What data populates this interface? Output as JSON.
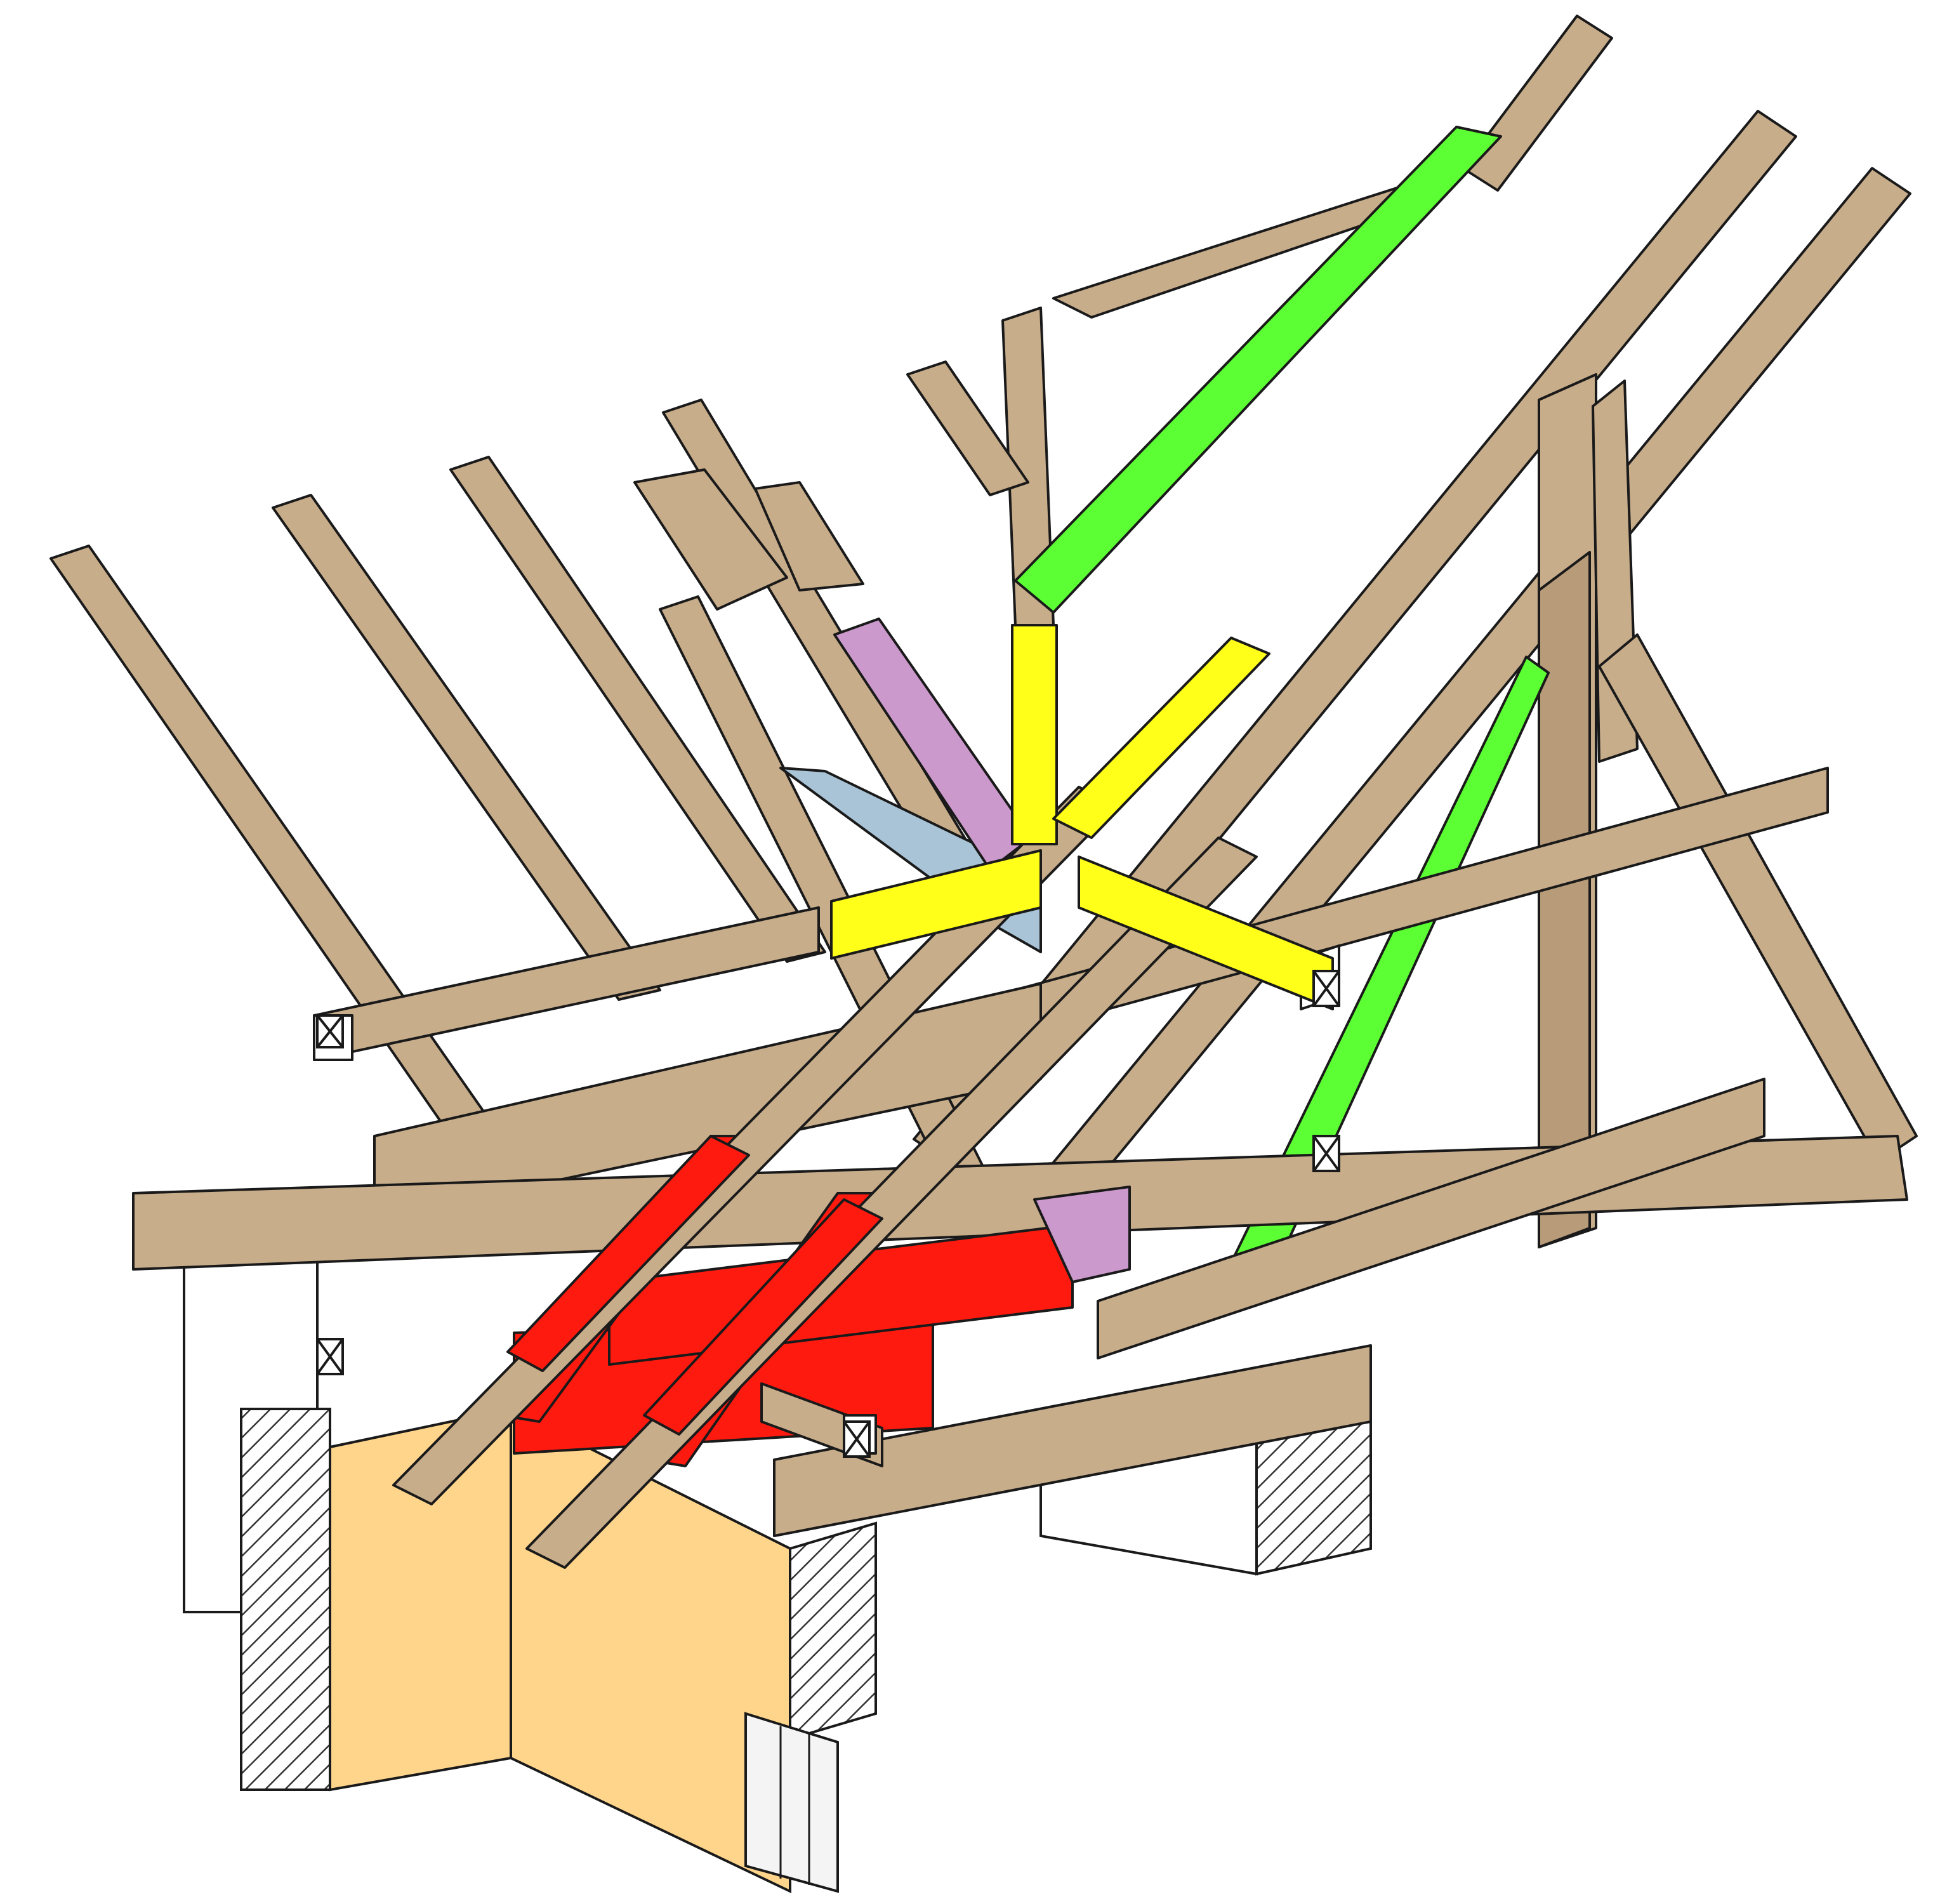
{
  "caption": "",
  "palette": {
    "timber": "#c8ad8b",
    "timber_shade": "#b89b78",
    "outline": "#1a1a1a",
    "red": "#ff1a10",
    "yellow": "#ffff1a",
    "green": "#5cff33",
    "purple": "#cc99cc",
    "blue": "#a9c4d6",
    "wall_orange": "#ffd58c",
    "hatch": "#333333",
    "white": "#ffffff"
  },
  "groups": [
    {
      "id": "rafters",
      "color": "timber"
    },
    {
      "id": "hip-rafter-bottom",
      "color": "red"
    },
    {
      "id": "center-joint",
      "color": "yellow"
    },
    {
      "id": "braces",
      "color": "green"
    },
    {
      "id": "jack-rafter",
      "color": "purple"
    },
    {
      "id": "diagonal-tie",
      "color": "blue"
    }
  ]
}
